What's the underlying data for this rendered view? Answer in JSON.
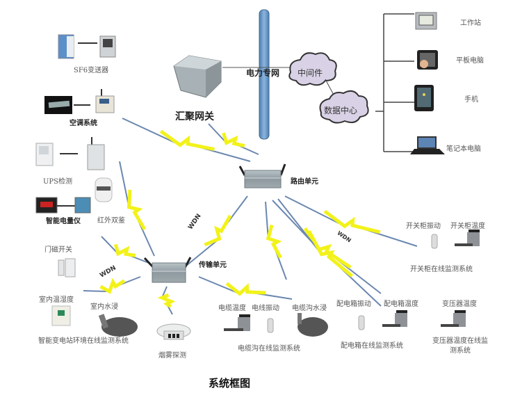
{
  "title": "系统框图",
  "network": {
    "backbone_label": "电力专网",
    "gateway_label": "汇聚网关",
    "middleware_label": "中间件",
    "datacenter_label": "数据中心",
    "router_label": "路由单元",
    "transmitter_label": "传输单元",
    "link_label": "WDN"
  },
  "clients": [
    {
      "label": "工作站",
      "icon": "workstation-icon"
    },
    {
      "label": "平板电脑",
      "icon": "tablet-icon"
    },
    {
      "label": "手机",
      "icon": "phone-icon"
    },
    {
      "label": "笔记本电脑",
      "icon": "laptop-icon"
    }
  ],
  "left_devices": {
    "sf6": "SF6变送器",
    "aircon": "空调系统",
    "ups": "UPS检测",
    "infrared": "红外双鉴",
    "meter": "智能电量仪",
    "door": "门磁开关",
    "indoor_temp": "室内温湿度",
    "indoor_water": "室内水浸",
    "env_system": "智能变电站环境在线监测系统",
    "smoke": "烟雾探测"
  },
  "bottom_devices": {
    "cable_temp": "电缆温度",
    "cable_vibration": "电线振动",
    "trench_water": "电缆沟水浸",
    "trench_system": "电缆沟在线监测系统",
    "box_vibration": "配电箱振动",
    "box_temp": "配电箱温度",
    "box_system": "配电箱在线监测系统",
    "transformer_temp": "变压器温度",
    "transformer_system": "变压器温度在线监测系统"
  },
  "switchgear": {
    "vibration": "开关柜振动",
    "temp": "开关柜温度",
    "system": "开关柜在线监测系统"
  },
  "colors": {
    "bolt": "#f2f21a",
    "bolt_tail": "#6b87b0",
    "backbone": "#6f9fcf",
    "cloud": "#d9d2e6"
  }
}
